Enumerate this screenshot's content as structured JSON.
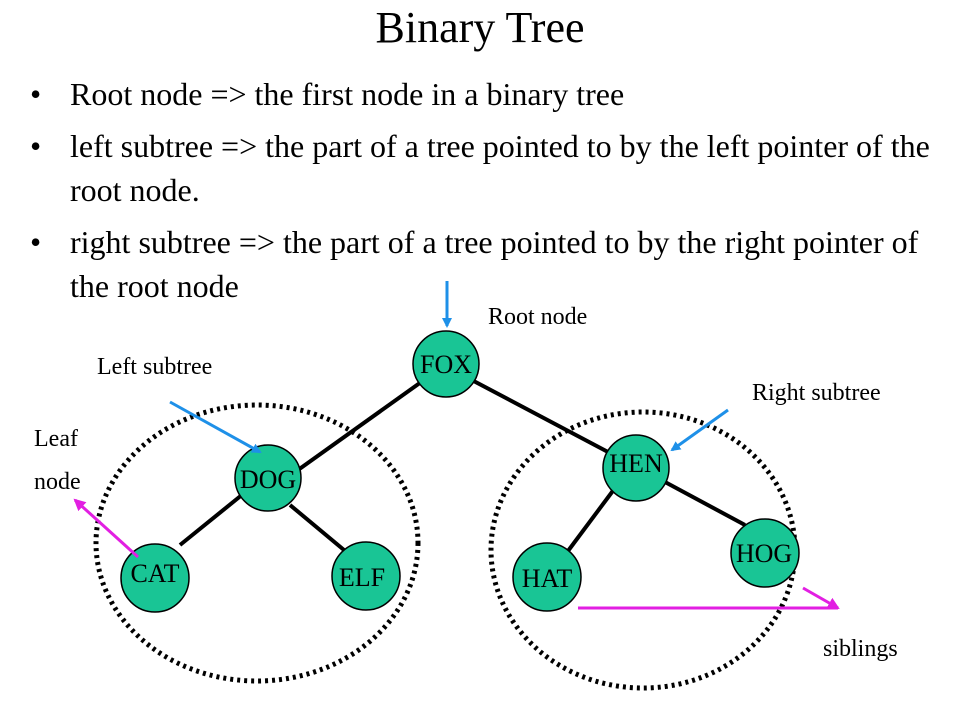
{
  "title": "Binary Tree",
  "bullets": [
    "Root node => the first node in a binary tree",
    "left subtree => the part of a tree pointed to by the left pointer of the root node.",
    "right subtree => the part of a tree pointed to by the right pointer of the root node"
  ],
  "bullet_marker": "•",
  "nodes": {
    "fox": "FOX",
    "dog": "DOG",
    "cat": "CAT",
    "elf": "ELF",
    "hen": "HEN",
    "hat": "HAT",
    "hog": "HOG"
  },
  "labels": {
    "root_node": "Root node",
    "left_subtree": "Left subtree",
    "right_subtree": "Right subtree",
    "leaf_line1": "Leaf",
    "leaf_line2": "node",
    "siblings": "siblings"
  },
  "colors": {
    "node_fill": "#19C595",
    "arrow_blue": "#1E90E8",
    "arrow_magenta": "#E21FE2",
    "edge": "#000000"
  }
}
